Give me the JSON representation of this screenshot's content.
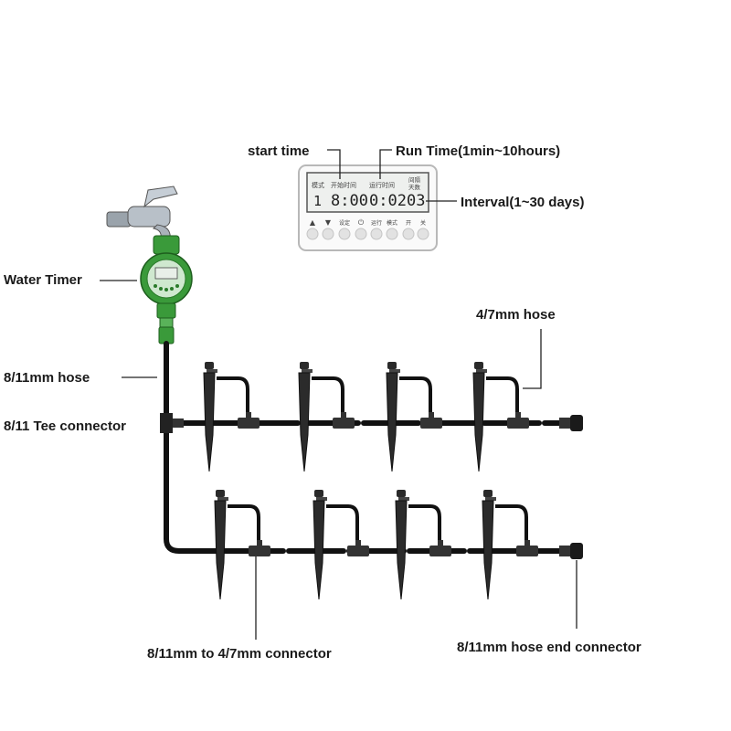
{
  "labels": {
    "start_time": "start time",
    "run_time": "Run Time(1min~10hours)",
    "interval": "Interval(1~30 days)",
    "water_timer": "Water Timer",
    "hose_4_7": "4/7mm hose",
    "hose_8_11": "8/11mm hose",
    "tee_connector": "8/11 Tee connector",
    "connector_8_11_to_4_7": "8/11mm to 4/7mm connector",
    "hose_end_connector": "8/11mm hose end connector"
  },
  "timer_display": {
    "header_mode": "模式",
    "header_start": "开始时间",
    "header_run": "运行时间",
    "header_interval_1": "间隔",
    "header_interval_2": "天数",
    "mode_value": "1",
    "start_value": "8:00",
    "run_value": "0:02",
    "interval_value": "03",
    "buttons": [
      "▲",
      "▼",
      "设定",
      "⏻",
      "运行",
      "模式",
      "开",
      "关"
    ]
  },
  "colors": {
    "timer_green": "#3a9a3a",
    "hose_black": "#111111",
    "panel_border": "#b8b8b8"
  }
}
